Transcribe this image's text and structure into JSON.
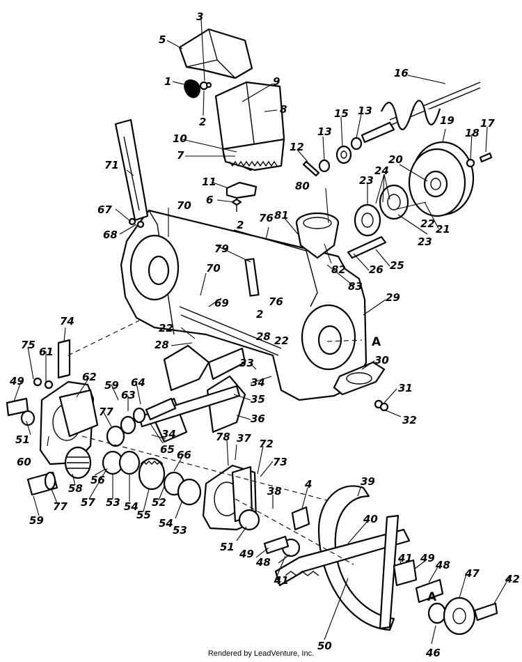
{
  "diagram": {
    "callouts": [
      "1",
      "2",
      "3",
      "4",
      "5",
      "6",
      "7",
      "8",
      "9",
      "10",
      "11",
      "12",
      "13",
      "13",
      "15",
      "16",
      "17",
      "18",
      "19",
      "20",
      "21",
      "22",
      "22",
      "22",
      "23",
      "23",
      "24",
      "25",
      "26",
      "28",
      "28",
      "29",
      "30",
      "31",
      "32",
      "33",
      "34",
      "34",
      "35",
      "36",
      "37",
      "38",
      "39",
      "40",
      "41",
      "41",
      "42",
      "46",
      "47",
      "48",
      "48",
      "49",
      "49",
      "49",
      "50",
      "51",
      "51",
      "52",
      "53",
      "53",
      "54",
      "54",
      "55",
      "56",
      "57",
      "58",
      "59",
      "59",
      "60",
      "61",
      "62",
      "63",
      "64",
      "65",
      "66",
      "67",
      "68",
      "69",
      "70",
      "70",
      "71",
      "72",
      "73",
      "74",
      "75",
      "76",
      "76",
      "77",
      "77",
      "78",
      "79",
      "80",
      "81",
      "82",
      "83",
      "2",
      "2",
      "A",
      "A"
    ]
  },
  "footer": {
    "credit": "Rendered by LeadVenture, Inc."
  }
}
